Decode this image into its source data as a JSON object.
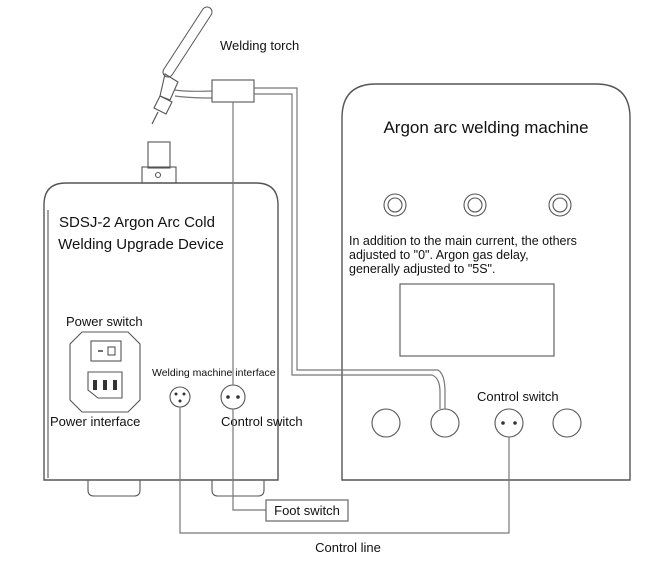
{
  "labels": {
    "welding_torch": "Welding torch",
    "machine_title": "Argon arc welding machine",
    "device_title_line1": "SDSJ-2 Argon Arc Cold",
    "device_title_line2": "Welding Upgrade Device",
    "instruction_line1": "In addition to the main current, the others",
    "instruction_line2": "adjusted to \"0\". Argon gas delay,",
    "instruction_line3": "generally adjusted to \"5S\".",
    "power_switch": "Power switch",
    "welding_machine_interface": "Welding machine interface",
    "power_interface": "Power interface",
    "control_switch_device": "Control switch",
    "control_switch_machine": "Control switch",
    "foot_switch": "Foot switch",
    "control_line": "Control line"
  }
}
